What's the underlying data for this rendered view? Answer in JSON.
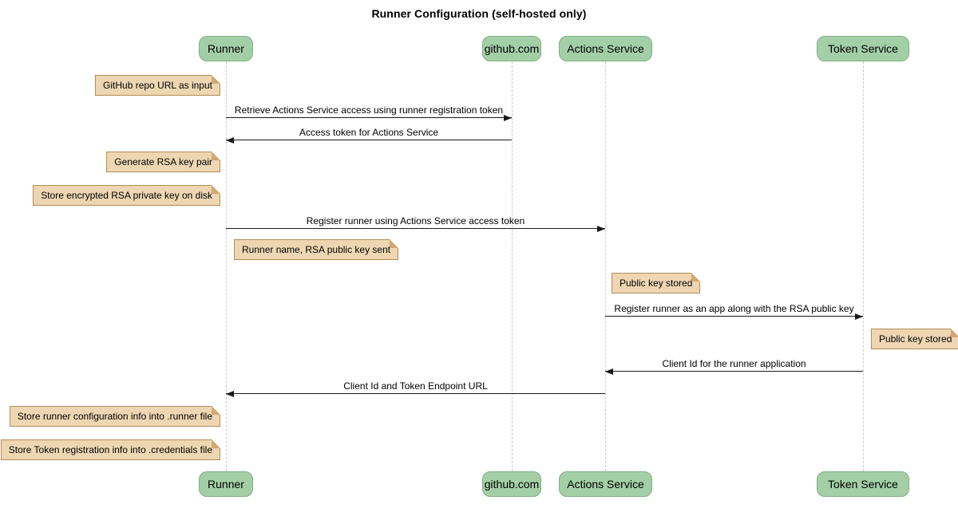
{
  "title": "Runner Configuration (self-hosted only)",
  "actors": [
    {
      "label": "Runner"
    },
    {
      "label": "github.com"
    },
    {
      "label": "Actions Service"
    },
    {
      "label": "Token Service"
    }
  ],
  "messages": [
    {
      "label": "Retrieve Actions Service access using runner registration token",
      "from": "Runner",
      "to": "github.com",
      "direction": "right"
    },
    {
      "label": "Access token for Actions Service",
      "from": "github.com",
      "to": "Runner",
      "direction": "left"
    },
    {
      "label": "Register runner using Actions Service access token",
      "from": "Runner",
      "to": "Actions Service",
      "direction": "right"
    },
    {
      "label": "Register runner as an app along with the RSA public key",
      "from": "Actions Service",
      "to": "Token Service",
      "direction": "right"
    },
    {
      "label": "Client Id for the runner application",
      "from": "Token Service",
      "to": "Actions Service",
      "direction": "left"
    },
    {
      "label": "Client Id and Token Endpoint URL",
      "from": "Actions Service",
      "to": "Runner",
      "direction": "left"
    }
  ],
  "notes": [
    {
      "text": "GitHub repo URL as input",
      "anchor": "Runner",
      "side": "left"
    },
    {
      "text": "Generate RSA key pair",
      "anchor": "Runner",
      "side": "left"
    },
    {
      "text": "Store encrypted RSA private key on disk",
      "anchor": "Runner",
      "side": "left"
    },
    {
      "text": "Runner name, RSA public key sent",
      "anchor": "Runner",
      "side": "right"
    },
    {
      "text": "Public key stored",
      "anchor": "Actions Service",
      "side": "right"
    },
    {
      "text": "Public key stored",
      "anchor": "Token Service",
      "side": "right"
    },
    {
      "text": "Store runner configuration info into .runner file",
      "anchor": "Runner",
      "side": "left"
    },
    {
      "text": "Store Token registration info into .credentials file",
      "anchor": "Runner",
      "side": "left"
    }
  ],
  "colors": {
    "actor_fill": "#a3cfa6",
    "actor_border": "#84ae88",
    "note_fill": "#eed6b2",
    "note_border": "#b08d5a",
    "lifeline": "#c9c9c9",
    "message_line": "#1a1a1a",
    "background": "#ffffff"
  }
}
